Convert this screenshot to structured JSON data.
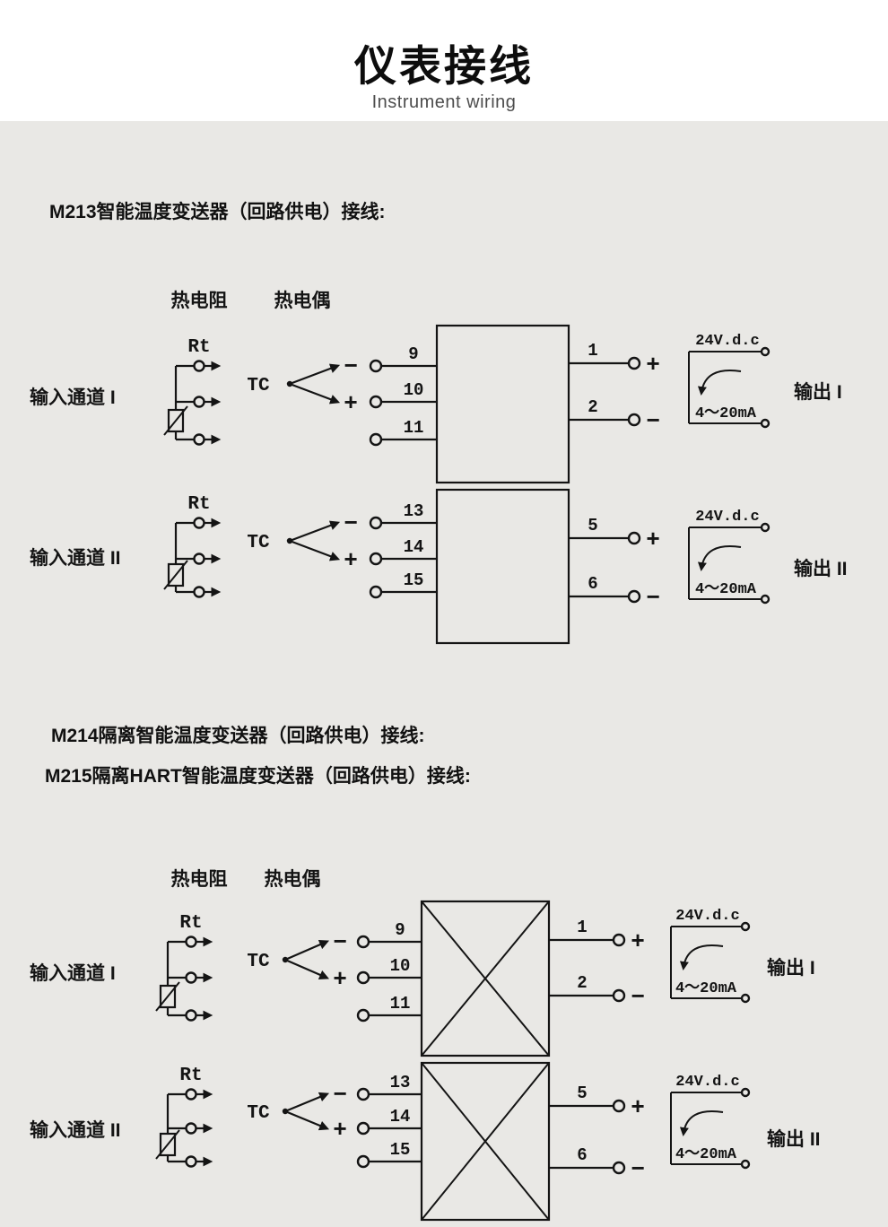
{
  "header": {
    "title": "仪表接线",
    "subtitle": "Instrument wiring"
  },
  "sections": {
    "s1_heading": "M213智能温度变送器（回路供电）接线:",
    "s2_heading1": "M214隔离智能温度变送器（回路供电）接线:",
    "s2_heading2": "M215隔离HART智能温度变送器（回路供电）接线:"
  },
  "diagram": {
    "col_rtd": "热电阻",
    "col_tc": "热电偶",
    "rt_label": "Rt",
    "tc_label": "TC",
    "minus_sign": "−",
    "plus_sign": "+",
    "supply_label": "24V.d.c",
    "current_label": "4～20mA",
    "channels": [
      {
        "input_label": "输入通道 I",
        "terminals": [
          "9",
          "10",
          "11"
        ],
        "out_terminals": [
          "1",
          "2"
        ],
        "output_label": "输出 I"
      },
      {
        "input_label": "输入通道 II",
        "terminals": [
          "13",
          "14",
          "15"
        ],
        "out_terminals": [
          "5",
          "6"
        ],
        "output_label": "输出 II"
      }
    ]
  },
  "colors": {
    "ink": "#141414",
    "background": "#e9e8e5",
    "header_background": "#ffffff"
  }
}
